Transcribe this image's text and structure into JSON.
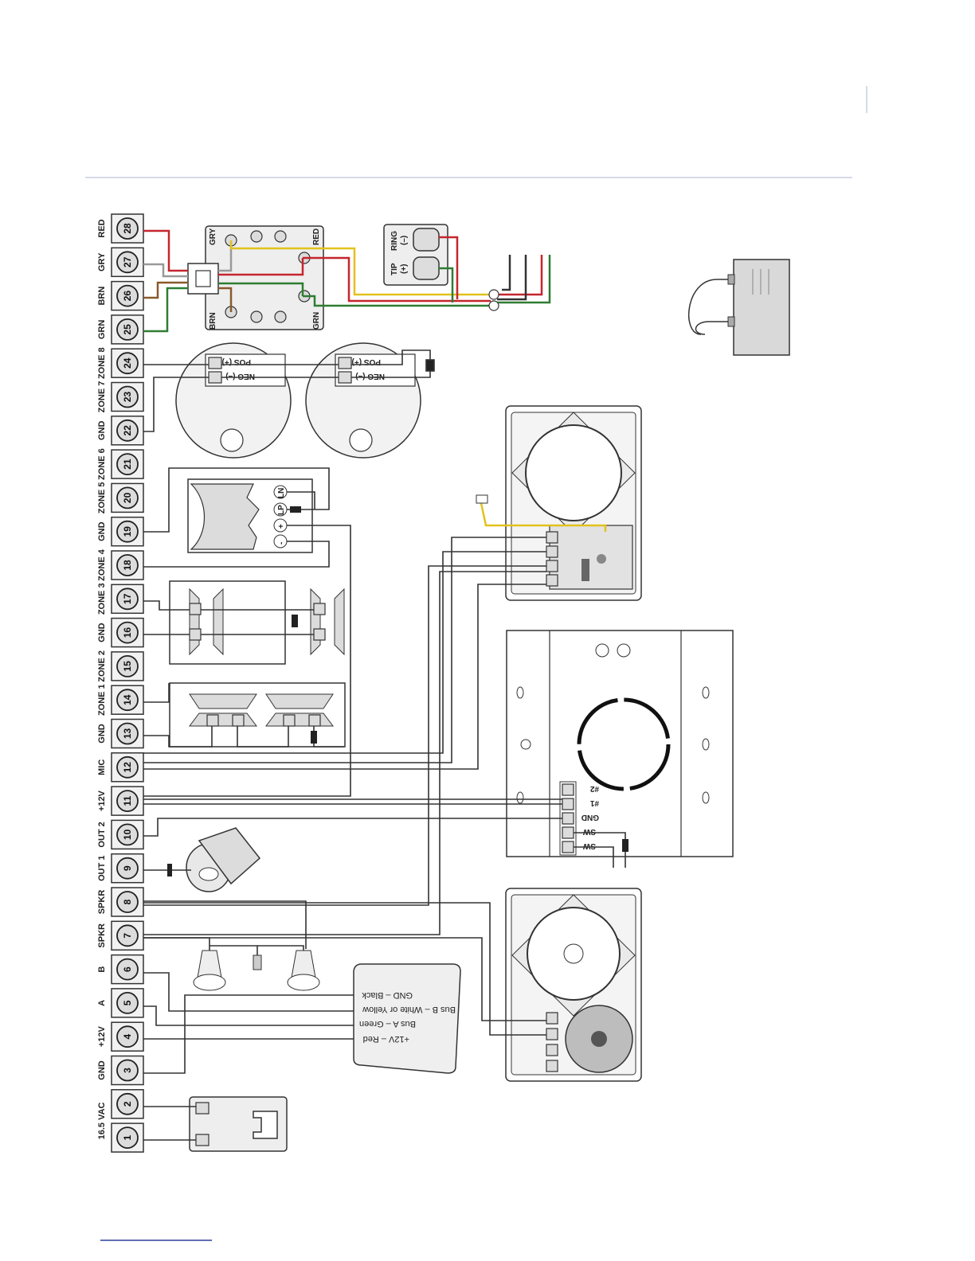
{
  "colors": {
    "red": "#c4262e",
    "green": "#2e7d32",
    "yellow": "#e2c21c",
    "brown": "#8a5a2b",
    "gray": "#999999",
    "rule": "#c9cfe0"
  },
  "terminals": [
    {
      "num": "28",
      "label": "RED"
    },
    {
      "num": "27",
      "label": "GRY"
    },
    {
      "num": "26",
      "label": "BRN"
    },
    {
      "num": "25",
      "label": "GRN"
    },
    {
      "num": "24",
      "label": "ZONE 8"
    },
    {
      "num": "23",
      "label": "ZONE 7"
    },
    {
      "num": "22",
      "label": "GND"
    },
    {
      "num": "21",
      "label": "ZONE 6"
    },
    {
      "num": "20",
      "label": "ZONE 5"
    },
    {
      "num": "19",
      "label": "GND"
    },
    {
      "num": "18",
      "label": "ZONE 4"
    },
    {
      "num": "17",
      "label": "ZONE 3"
    },
    {
      "num": "16",
      "label": "GND"
    },
    {
      "num": "15",
      "label": "ZONE 2"
    },
    {
      "num": "14",
      "label": "ZONE 1"
    },
    {
      "num": "13",
      "label": "GND"
    },
    {
      "num": "12",
      "label": "MIC"
    },
    {
      "num": "11",
      "label": "+12V"
    },
    {
      "num": "10",
      "label": "OUT 2"
    },
    {
      "num": "9",
      "label": "OUT 1"
    },
    {
      "num": "8",
      "label": "SPKR"
    },
    {
      "num": "7",
      "label": "SPKR"
    },
    {
      "num": "6",
      "label": "B"
    },
    {
      "num": "5",
      "label": "A"
    },
    {
      "num": "4",
      "label": "+12V"
    },
    {
      "num": "3",
      "label": "GND"
    },
    {
      "num": "2",
      "label": "16.5 VAC"
    },
    {
      "num": "1",
      "label": ""
    }
  ],
  "phone_block": {
    "top_left": "GRY",
    "top_right": "RED",
    "bottom_left": "BRN",
    "bottom_right": "GRN"
  },
  "phone_jack": {
    "ring": "RING",
    "ring_sign": "(–)",
    "tip": "TIP",
    "tip_sign": "(+)"
  },
  "detector": {
    "pos": "POS (+)",
    "neg": "NEG (–)"
  },
  "motion": {
    "ln": "LN",
    "lp": "LP",
    "plus": "+",
    "minus": "-"
  },
  "keypad": {
    "t1": "#2",
    "t2": "#1",
    "t3": "GND",
    "t4": "SW",
    "t5": "SW"
  },
  "bus_card": [
    "GND – Black",
    "Bus B – White or Yellow",
    "Bus A – Green",
    "+12V – Red"
  ]
}
